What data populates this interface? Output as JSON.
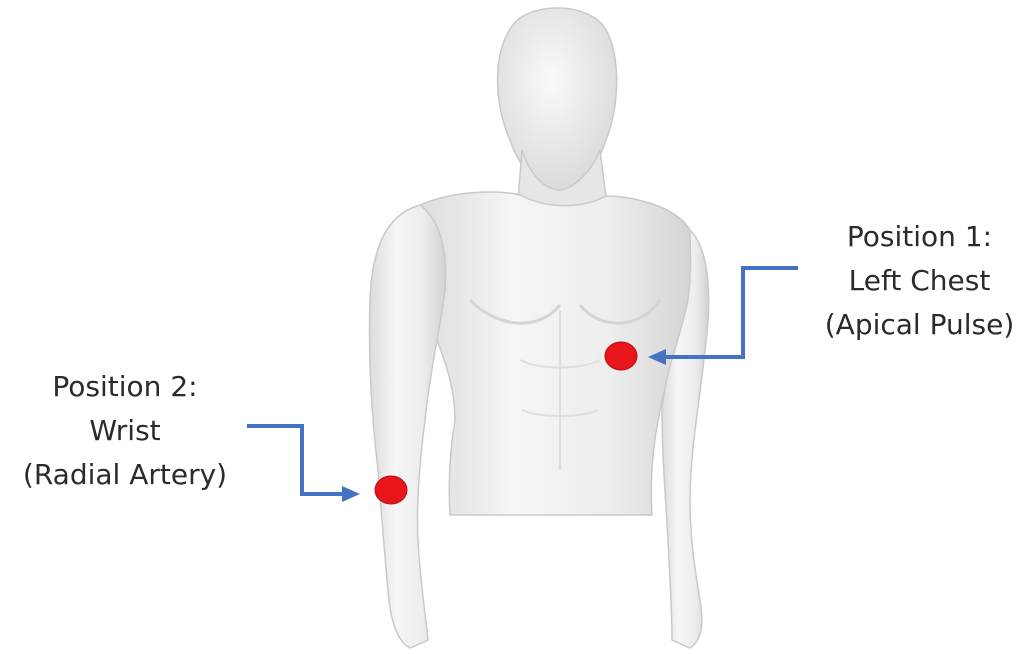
{
  "labels": {
    "position1": {
      "line1": "Position 1:",
      "line2": "Left Chest",
      "line3": "(Apical Pulse)"
    },
    "position2": {
      "line1": "Position 2:",
      "line2": "Wrist",
      "line3": "(Radial Artery)"
    }
  },
  "colors": {
    "arrow": "#4472c4",
    "marker": "#e8161b",
    "mannequin": "#ededed",
    "text": "#2b2b2b"
  }
}
